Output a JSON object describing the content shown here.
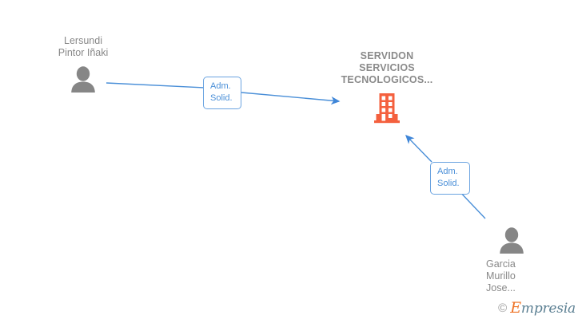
{
  "diagram": {
    "background": "#ffffff",
    "edge_color": "#4a8fd8",
    "company_color": "#f4603e",
    "person_color": "#868686",
    "label_text_color": "#4a8fd8"
  },
  "company": {
    "name": "SERVIDON\nSERVICIOS\nTECNOLOGICOS...",
    "icon": "office-building-icon"
  },
  "people": [
    {
      "id": "lersundi",
      "name": "Lersundi\nPintor Iñaki",
      "icon": "person-icon",
      "align": "centered"
    },
    {
      "id": "garcia",
      "name": "Garcia\nMurillo\nJose...",
      "icon": "person-icon",
      "align": "left"
    }
  ],
  "relations": [
    {
      "id": "rel-lersundi",
      "label": "Adm.\nSolid."
    },
    {
      "id": "rel-garcia",
      "label": "Adm.\nSolid."
    }
  ],
  "watermark": {
    "copyright": "©",
    "brand_initial": "E",
    "brand_rest": "mpresia"
  }
}
